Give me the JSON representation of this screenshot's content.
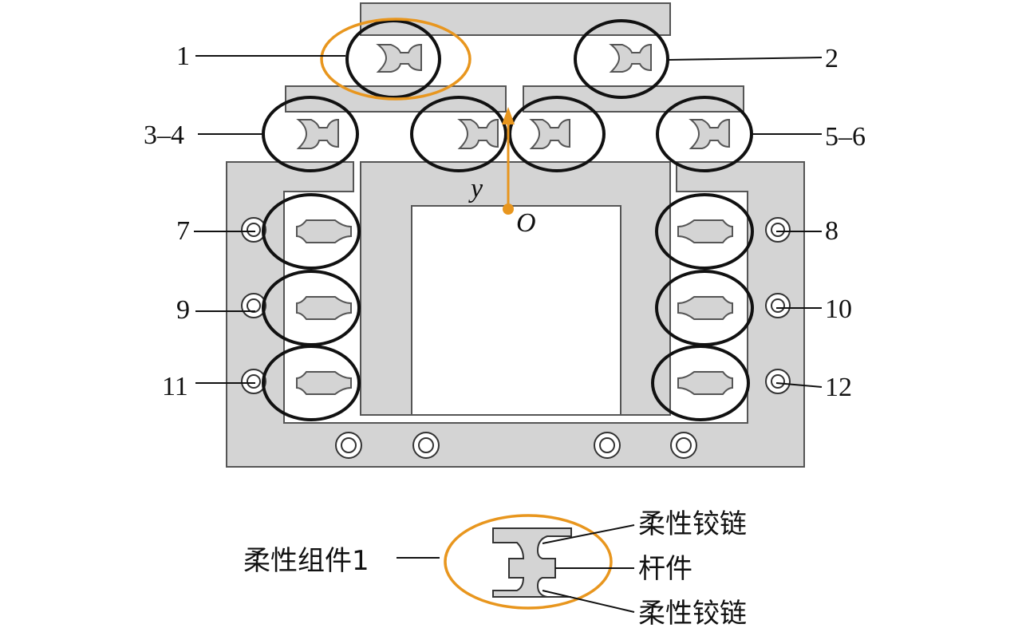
{
  "diagram": {
    "component_labels": {
      "c1": "1",
      "c2": "2",
      "c34": "3–4",
      "c56": "5–6",
      "c7": "7",
      "c8": "8",
      "c9": "9",
      "c10": "10",
      "c11": "11",
      "c12": "12"
    },
    "axis": {
      "y_label": "y",
      "origin_label": "O"
    },
    "legend": {
      "component_label": "柔性组件1",
      "hinge_top_label": "柔性铰链",
      "rod_label": "杆件",
      "hinge_bottom_label": "柔性铰链"
    },
    "colors": {
      "structure_fill": "#d4d4d4",
      "structure_stroke": "#555555",
      "highlight": "#e8961e",
      "circle_stroke": "#111111"
    }
  }
}
